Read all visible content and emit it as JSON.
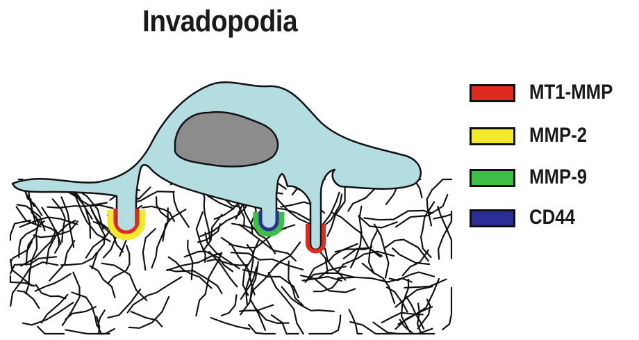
{
  "title": "Invadopodia",
  "legend": [
    {
      "label": "MT1-MMP",
      "color": "#e0291f",
      "icon": "mt1-mmp-swatch"
    },
    {
      "label": "MMP-2",
      "color": "#f2ea2a",
      "icon": "mmp-2-swatch"
    },
    {
      "label": "MMP-9",
      "color": "#3dbf45",
      "icon": "mmp-9-swatch"
    },
    {
      "label": "CD44",
      "color": "#2a2e96",
      "icon": "cd44-swatch"
    }
  ],
  "colors": {
    "cytoplasm": "#b3dde0",
    "nucleus": "#8c8c8c",
    "matrix_fibers": "#111111"
  }
}
